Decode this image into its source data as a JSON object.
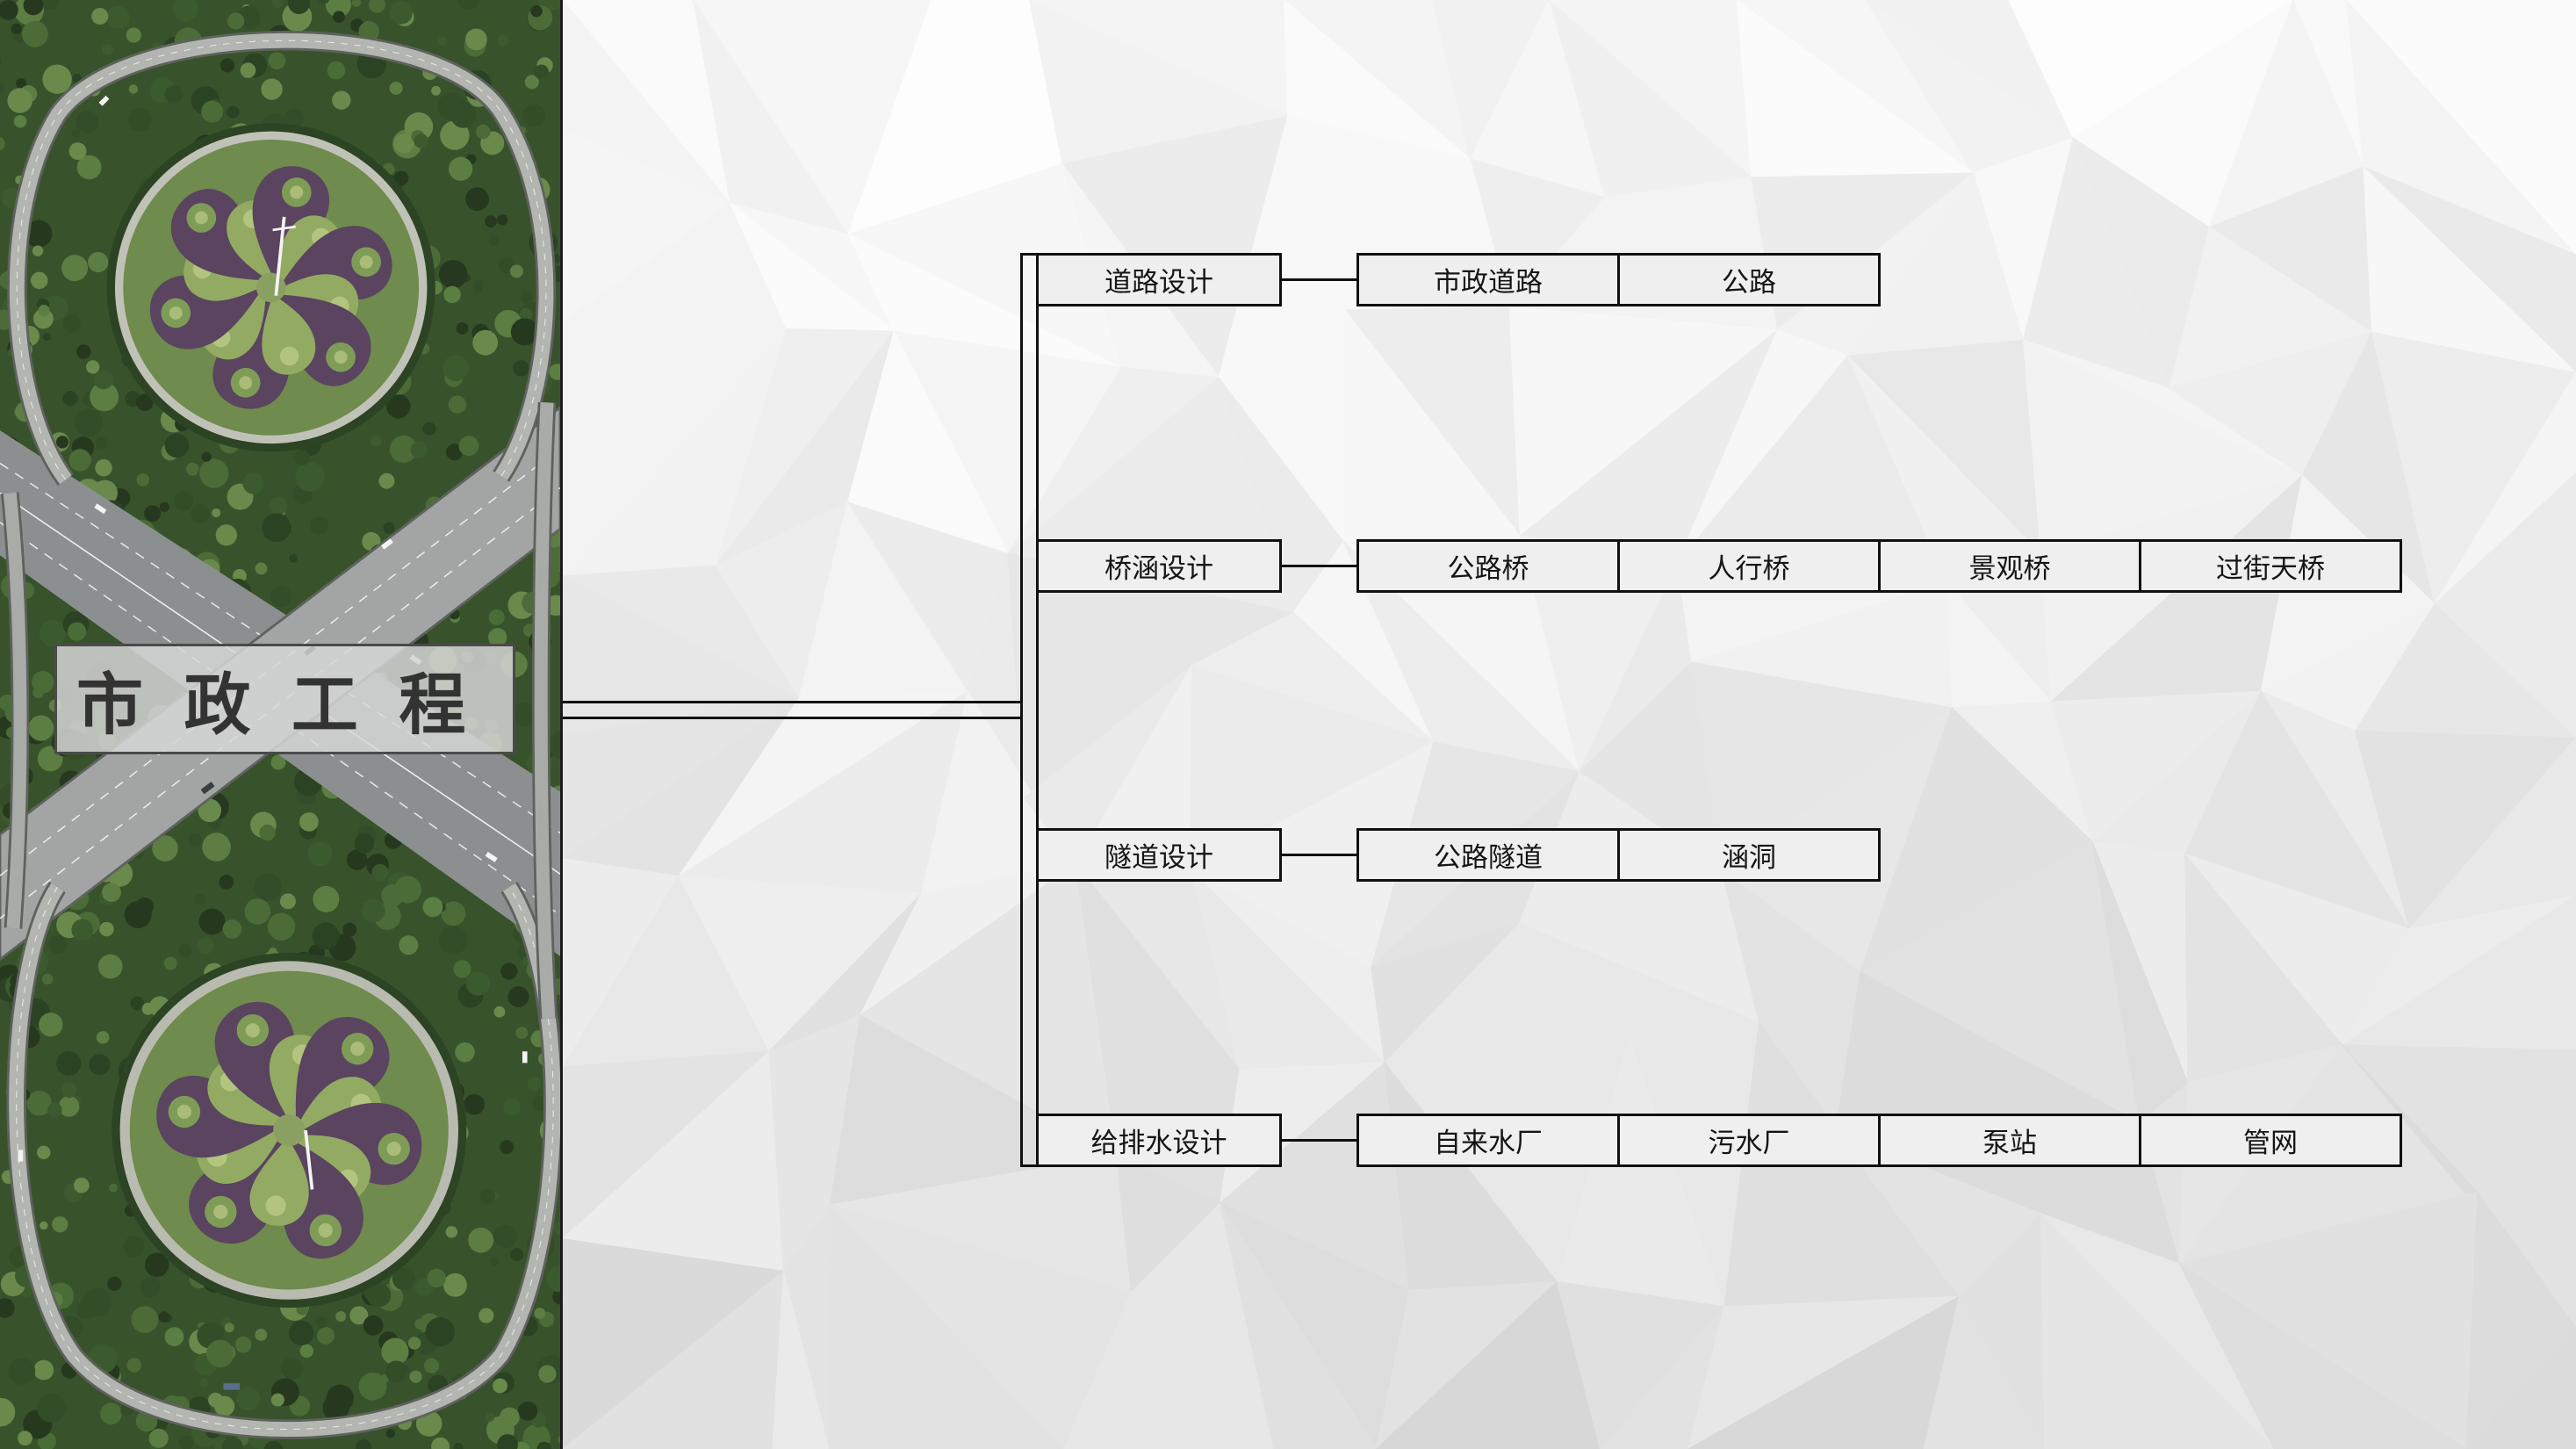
{
  "title": "市 政 工 程",
  "diagram": {
    "categories": [
      {
        "label": "道路设计",
        "items": [
          "市政道路",
          "公路"
        ]
      },
      {
        "label": "桥涵设计",
        "items": [
          "公路桥",
          "人行桥",
          "景观桥",
          "过街天桥"
        ]
      },
      {
        "label": "隧道设计",
        "items": [
          "公路隧道",
          "涵洞"
        ]
      },
      {
        "label": "给排水设计",
        "items": [
          "自来水厂",
          "污水厂",
          "泵站",
          "管网"
        ]
      }
    ]
  },
  "colors": {
    "box_fill": "#efefef",
    "line": "#111111",
    "title_text": "#333333",
    "background": "#f2f2f2"
  }
}
